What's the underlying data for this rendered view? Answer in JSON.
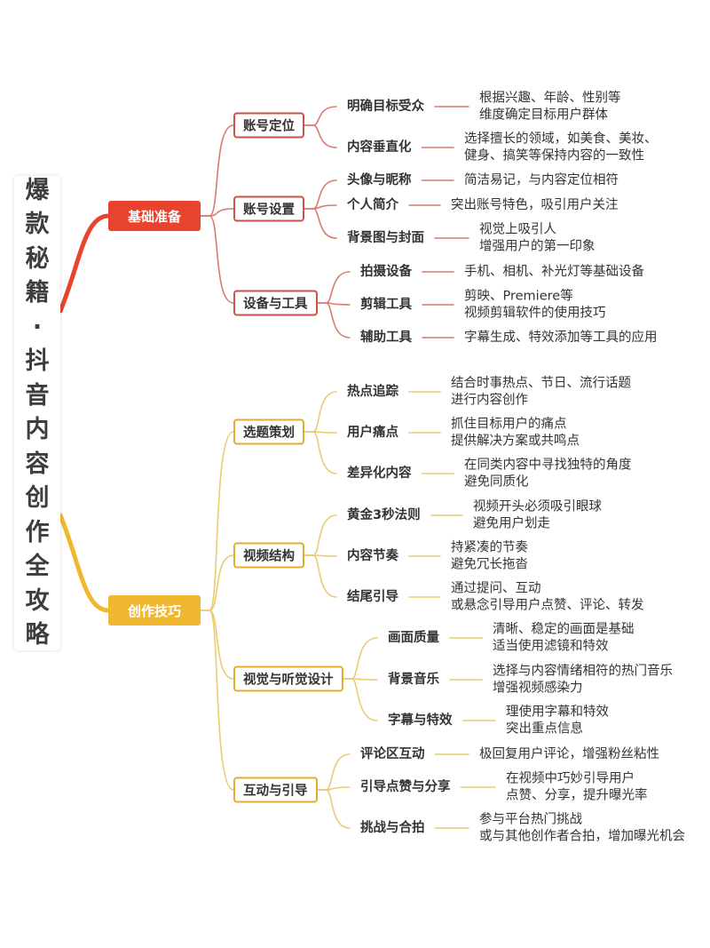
{
  "title": "爆款秘籍·抖音内容创作全攻略",
  "colors": {
    "red": "#e8432e",
    "red_line": "#d97a70",
    "red_border": "#c9534a",
    "yellow": "#f2b731",
    "yellow_line": "#e9cc74",
    "yellow_border": "#e2ac2f"
  },
  "branches": [
    {
      "label": "基础准备",
      "children": [
        {
          "label": "账号定位",
          "items": [
            {
              "label": "明确目标受众",
              "desc": [
                "根据兴趣、年龄、性别等",
                "维度确定目标用户群体"
              ]
            },
            {
              "label": "内容垂直化",
              "desc": [
                "选择擅长的领域，如美食、美妆、",
                "健身、搞笑等保持内容的一致性"
              ]
            }
          ]
        },
        {
          "label": "账号设置",
          "items": [
            {
              "label": "头像与昵称",
              "desc": [
                "简洁易记，与内容定位相符"
              ]
            },
            {
              "label": "个人简介",
              "desc": [
                "突出账号特色，吸引用户关注"
              ]
            },
            {
              "label": "背景图与封面",
              "desc": [
                "视觉上吸引人",
                "增强用户的第一印象"
              ]
            }
          ]
        },
        {
          "label": "设备与工具",
          "items": [
            {
              "label": "拍摄设备",
              "desc": [
                "手机、相机、补光灯等基础设备"
              ]
            },
            {
              "label": "剪辑工具",
              "desc": [
                "剪映、Premiere等",
                "视频剪辑软件的使用技巧"
              ]
            },
            {
              "label": "辅助工具",
              "desc": [
                "字幕生成、特效添加等工具的应用"
              ]
            }
          ]
        }
      ]
    },
    {
      "label": "创作技巧",
      "children": [
        {
          "label": "选题策划",
          "items": [
            {
              "label": "热点追踪",
              "desc": [
                "结合时事热点、节日、流行话题",
                "进行内容创作"
              ]
            },
            {
              "label": "用户痛点",
              "desc": [
                "抓住目标用户的痛点",
                "提供解决方案或共鸣点"
              ]
            },
            {
              "label": "差异化内容",
              "desc": [
                "在同类内容中寻找独特的角度",
                "避免同质化"
              ]
            }
          ]
        },
        {
          "label": "视频结构",
          "items": [
            {
              "label": "黄金3秒法则",
              "desc": [
                "视频开头必须吸引眼球",
                "避免用户划走"
              ]
            },
            {
              "label": "内容节奏",
              "desc": [
                "持紧凑的节奏",
                "避免冗长拖沓"
              ]
            },
            {
              "label": "结尾引导",
              "desc": [
                "通过提问、互动",
                "或悬念引导用户点赞、评论、转发"
              ]
            }
          ]
        },
        {
          "label": "视觉与听觉设计",
          "items": [
            {
              "label": "画面质量",
              "desc": [
                "清晰、稳定的画面是基础",
                "适当使用滤镜和特效"
              ]
            },
            {
              "label": "背景音乐",
              "desc": [
                "选择与内容情绪相符的热门音乐",
                "增强视频感染力"
              ]
            },
            {
              "label": "字幕与特效",
              "desc": [
                "理使用字幕和特效",
                "突出重点信息"
              ]
            }
          ]
        },
        {
          "label": "互动与引导",
          "items": [
            {
              "label": "评论区互动",
              "desc": [
                "极回复用户评论，增强粉丝粘性"
              ]
            },
            {
              "label": "引导点赞与分享",
              "desc": [
                "在视频中巧妙引导用户",
                "点赞、分享，提升曝光率"
              ]
            },
            {
              "label": "挑战与合拍",
              "desc": [
                "参与平台热门挑战",
                "或与其他创作者合拍，增加曝光机会"
              ]
            }
          ]
        }
      ]
    }
  ]
}
